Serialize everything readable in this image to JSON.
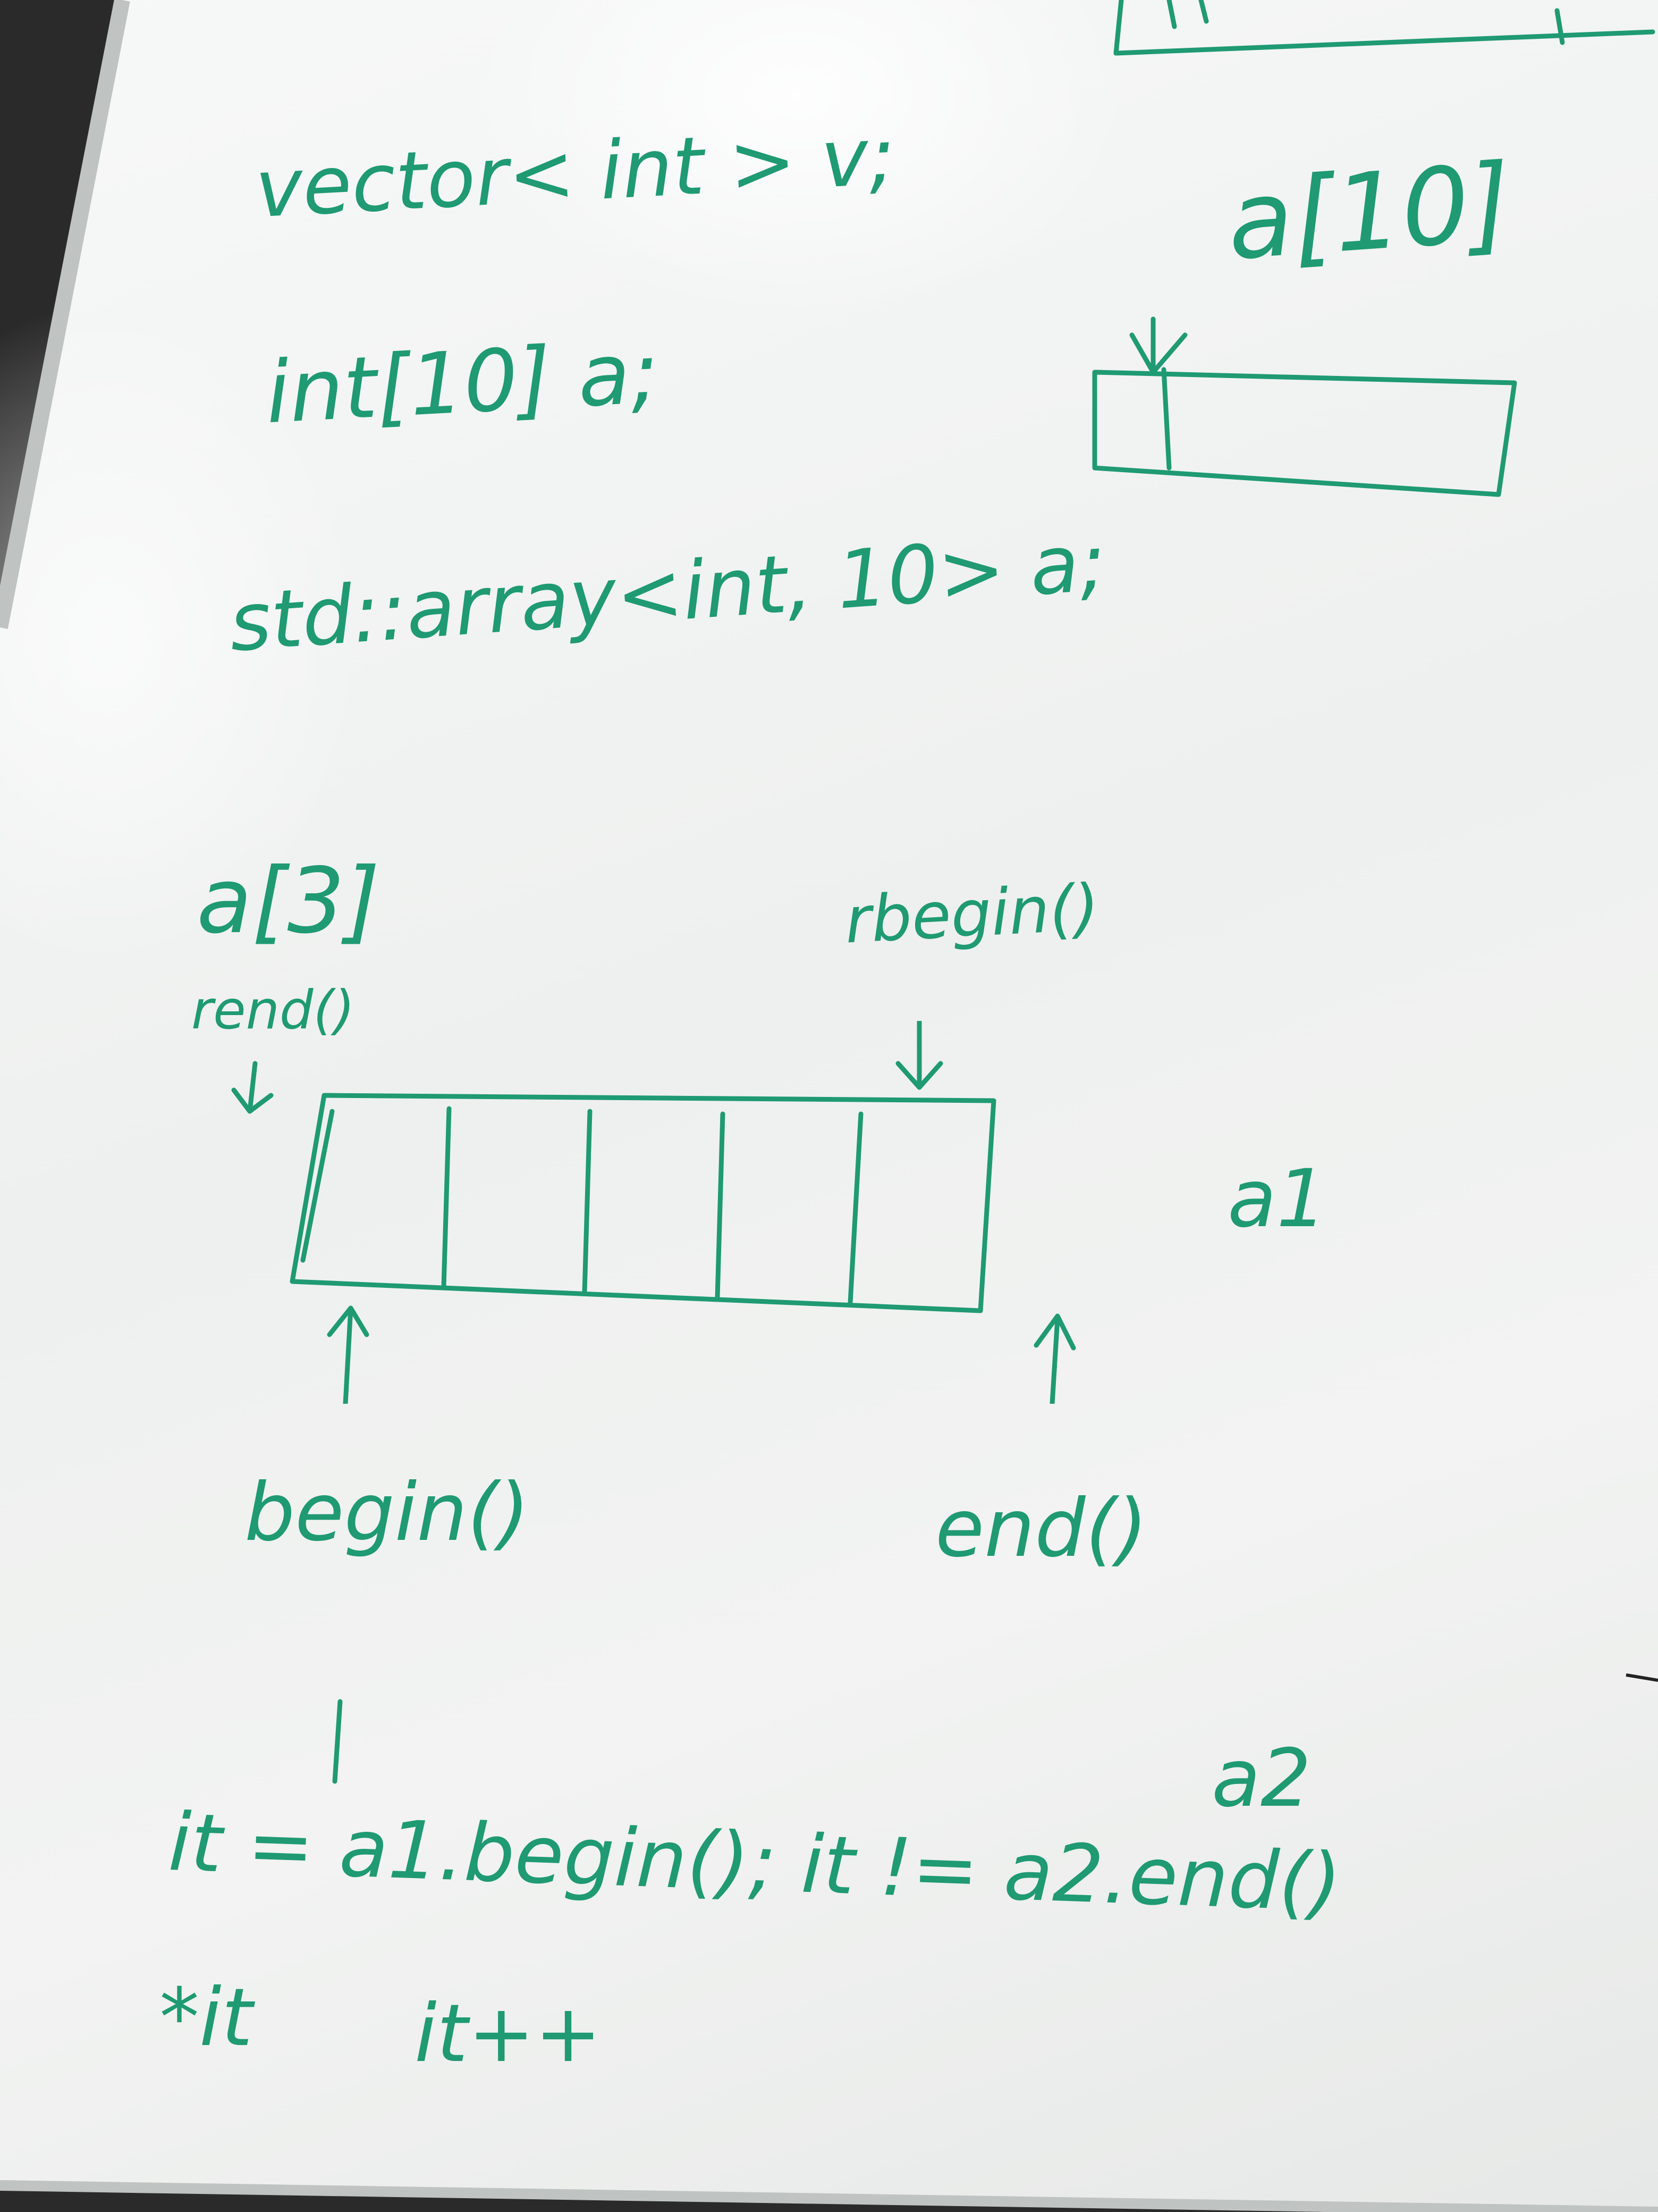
{
  "board": {
    "code_lines": {
      "vector_decl": "vector< int > v;",
      "c_array_decl": "int[10] a;",
      "std_array_decl": "std::array<int, 10> a;",
      "array_label": "a[10]"
    },
    "diagram": {
      "index_label": "a[3]",
      "rend_label": "rend()",
      "rbegin_label": "rbegin()",
      "begin_label": "begin()",
      "end_label": "end()",
      "side_label": "a1",
      "cell_count": 5
    },
    "loop": {
      "line1": "it = a1.begin(); it != a2.end()",
      "deref": "*it",
      "increment": "it++",
      "superscript": "a2"
    }
  }
}
